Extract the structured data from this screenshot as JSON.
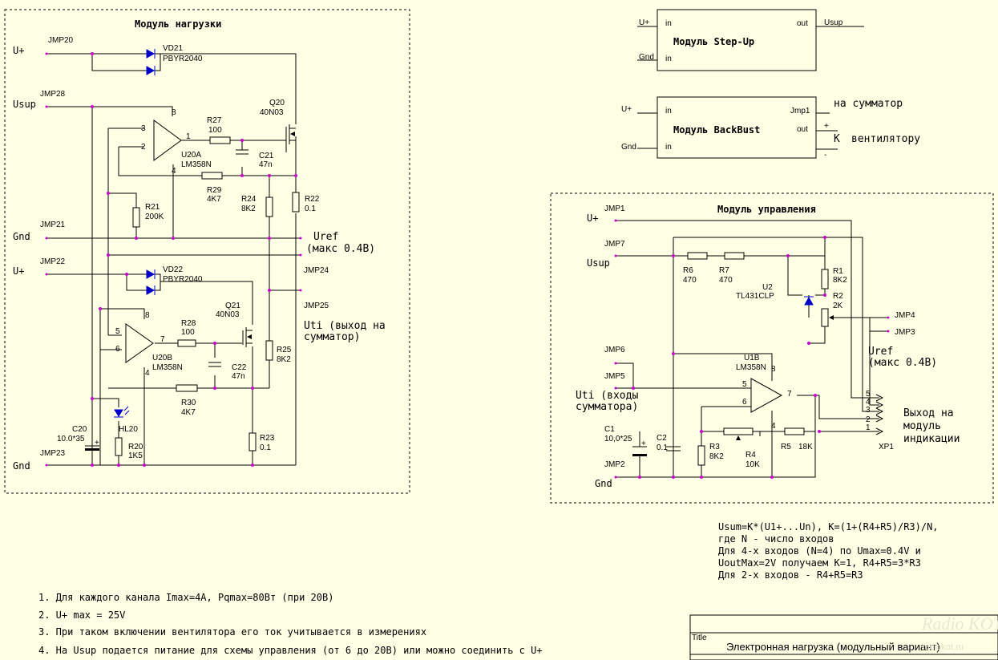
{
  "blocks": {
    "load": {
      "title": "Модуль нагрузки",
      "net_labels": [
        "U+",
        "Usup",
        "Gnd",
        "U+",
        "Gnd"
      ],
      "uref": [
        "Uref",
        "(макс 0.4В)"
      ],
      "uti": [
        "Uti (выход на",
        "сумматор)"
      ],
      "jumpers": [
        "JMP20",
        "JMP28",
        "JMP21",
        "JMP22",
        "JMP23",
        "JMP24",
        "JMP25"
      ],
      "parts": [
        {
          "ref": "VD21",
          "value": "PBYR2040"
        },
        {
          "ref": "Q20",
          "value": "40N03"
        },
        {
          "ref": "R27",
          "value": "100"
        },
        {
          "ref": "U20A",
          "value": "LM358N"
        },
        {
          "ref": "C21",
          "value": "47n"
        },
        {
          "ref": "R29",
          "value": "4K7"
        },
        {
          "ref": "R24",
          "value": "8K2"
        },
        {
          "ref": "R22",
          "value": "0.1"
        },
        {
          "ref": "R21",
          "value": "200K"
        },
        {
          "ref": "VD22",
          "value": "PBYR2040"
        },
        {
          "ref": "Q21",
          "value": "40N03"
        },
        {
          "ref": "R28",
          "value": "100"
        },
        {
          "ref": "U20B",
          "value": "LM358N"
        },
        {
          "ref": "C22",
          "value": "47n"
        },
        {
          "ref": "R25",
          "value": "8K2"
        },
        {
          "ref": "R30",
          "value": "4K7"
        },
        {
          "ref": "R23",
          "value": "0.1"
        },
        {
          "ref": "HL20",
          "value": ""
        },
        {
          "ref": "C20",
          "value": "10.0*35"
        },
        {
          "ref": "R20",
          "value": "1K5"
        }
      ],
      "pins": [
        "8",
        "3",
        "2",
        "1",
        "4",
        "8",
        "5",
        "6",
        "7",
        "4"
      ]
    },
    "stepup": {
      "title": "Модуль Step-Up",
      "pin_in1": "in",
      "pin_in2": "in",
      "pin_out": "out",
      "net_in1": "U+",
      "net_in2": "Gnd",
      "net_out": "Usup"
    },
    "backbust": {
      "title": "Модуль BackBust",
      "pin_in1": "in",
      "pin_in2": "in",
      "pin_out1": "Jmp1",
      "pin_out2": "out",
      "net_in1": "U+",
      "net_in2": "Gnd",
      "to_summer": "на сумматор",
      "plus": "+",
      "minus": "-",
      "k": "К",
      "fan": "вентилятору"
    },
    "control": {
      "title": "Модуль управления",
      "net_labels": [
        "U+",
        "Usup",
        "Gnd"
      ],
      "uref": [
        "Uref",
        "(макс 0.4В)"
      ],
      "uti": [
        "Uti (входы",
        "сумматора)"
      ],
      "output": [
        "Выход на",
        "модуль",
        "индикации"
      ],
      "jumpers": [
        "JMP1",
        "JMP7",
        "JMP6",
        "JMP5",
        "JMP2",
        "JMP4",
        "JMP3"
      ],
      "parts": [
        {
          "ref": "R6",
          "value": "470"
        },
        {
          "ref": "R7",
          "value": "470"
        },
        {
          "ref": "R1",
          "value": "8K2"
        },
        {
          "ref": "U2",
          "value": "TL431CLP"
        },
        {
          "ref": "R2",
          "value": "2K"
        },
        {
          "ref": "U1B",
          "value": "LM358N"
        },
        {
          "ref": "C1",
          "value": "10,0*25"
        },
        {
          "ref": "C2",
          "value": "0.1"
        },
        {
          "ref": "R3",
          "value": "8K2"
        },
        {
          "ref": "R4",
          "value": "10K"
        },
        {
          "ref": "R5",
          "value": "18K"
        }
      ],
      "connector": "XP1",
      "connector_pins": [
        "5",
        "4",
        "3",
        "2",
        "1"
      ],
      "pins": [
        "8",
        "5",
        "6",
        "7",
        "4"
      ]
    }
  },
  "formula_lines": [
    "Usum=K*(U1+...Un),  K=(1+(R4+R5)/R3)/N,",
    "где N - число входов",
    "Для 4-х входов (N=4) по Umax=0.4V и",
    "UoutMax=2V получаем K=1, R4+R5=3*R3",
    "Для 2-х входов - R4+R5=R3"
  ],
  "notes": [
    "1. Для каждого канала Imax=4A, Pqmax=80Вт (при 20В)",
    "2. U+ max = 25V",
    "3. При таком включении вентилятора его ток учитывается в измерениях",
    "4. На Usup подается питание для схемы управления (от 6 до 20В) или можно соединить с U+"
  ],
  "title_block": {
    "label": "Title",
    "text": "Электронная нагрузка (модульный вариант)"
  },
  "watermark": [
    "Radio KOT",
    "radiokot.ru"
  ]
}
